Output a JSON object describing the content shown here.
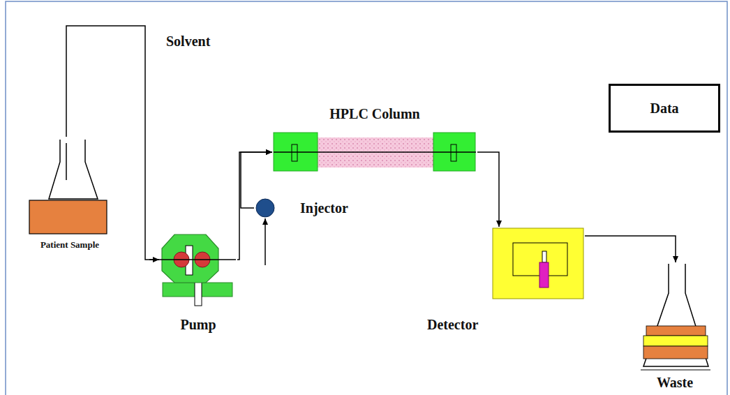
{
  "diagram": {
    "nodes": [
      {
        "text": [
          "Patient Sample"
        ]
      },
      {
        "text": [
          "Pump"
        ]
      },
      {
        "text": [
          "Injector"
        ]
      },
      {
        "text": [
          "HPLC Column"
        ]
      },
      {
        "text": [
          "Detector"
        ]
      },
      {
        "text": [
          "Waste"
        ]
      },
      {
        "text": [
          "Data"
        ]
      }
    ],
    "edges": [
      {
        "from": 0,
        "to": 1,
        "arrow": "to",
        "label": "Solvent"
      },
      {
        "from": 1,
        "to": 3,
        "arrow": "to"
      },
      {
        "from": 2,
        "to": 3,
        "arrow": "to"
      },
      {
        "from": 3,
        "to": 4,
        "arrow": "to"
      },
      {
        "from": 4,
        "to": 5,
        "arrow": "to"
      }
    ]
  }
}
